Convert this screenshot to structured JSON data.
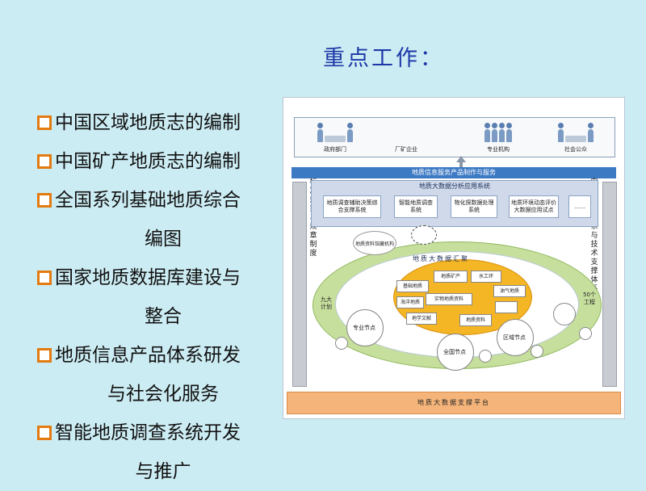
{
  "title": "重点工作：",
  "bullets": [
    {
      "lines": [
        "中国区域地质志的编制"
      ]
    },
    {
      "lines": [
        "中国矿产地质志的编制"
      ]
    },
    {
      "lines": [
        "全国系列基础地质综合",
        "编图"
      ]
    },
    {
      "lines": [
        "国家地质数据库建设与",
        "整合"
      ]
    },
    {
      "lines": [
        "地质信息产品体系研发",
        "与社会化服务"
      ]
    },
    {
      "lines": [
        "智能地质调查系统开发",
        "与推广"
      ]
    }
  ],
  "diagram": {
    "users": [
      "政府部门",
      "厂矿企业",
      "专业机构",
      "社会公众"
    ],
    "service_bar": "地质信息服务产品制作与服务",
    "left_column": "标准规范与规章制度",
    "right_column": "安全保障体系与技术支撑体系",
    "analysis": {
      "title": "地质大数据分析应用系统",
      "items": [
        "地质调查辅助决策综合支撑系统",
        "智能地质调查系统",
        "物化探数据处理系统",
        "地质环境动态评价大数据应用试点",
        "……"
      ]
    },
    "callout": "地质资料馆藏机构",
    "aggregation_label": "地质大数据汇聚",
    "db_items": [
      "基础地质",
      "地质矿产",
      "水工环",
      "油气地质",
      "海洋地质",
      "实物地质资料",
      "地学文献",
      "地质资料"
    ],
    "nodes": [
      "专业节点",
      "全国节点",
      "区域节点"
    ],
    "ring_left": "九大计划",
    "ring_right": "50个工程",
    "platform": "地质大数据支撑平台"
  },
  "colors": {
    "background": "#ccecf3",
    "title": "#1c38a8",
    "bullet_icon": "#e37b10",
    "service_bar": "#3d7ac4",
    "outer_ring": "#c7df9d",
    "inner_core": "#f4b624",
    "platform": "#f4b47a"
  }
}
